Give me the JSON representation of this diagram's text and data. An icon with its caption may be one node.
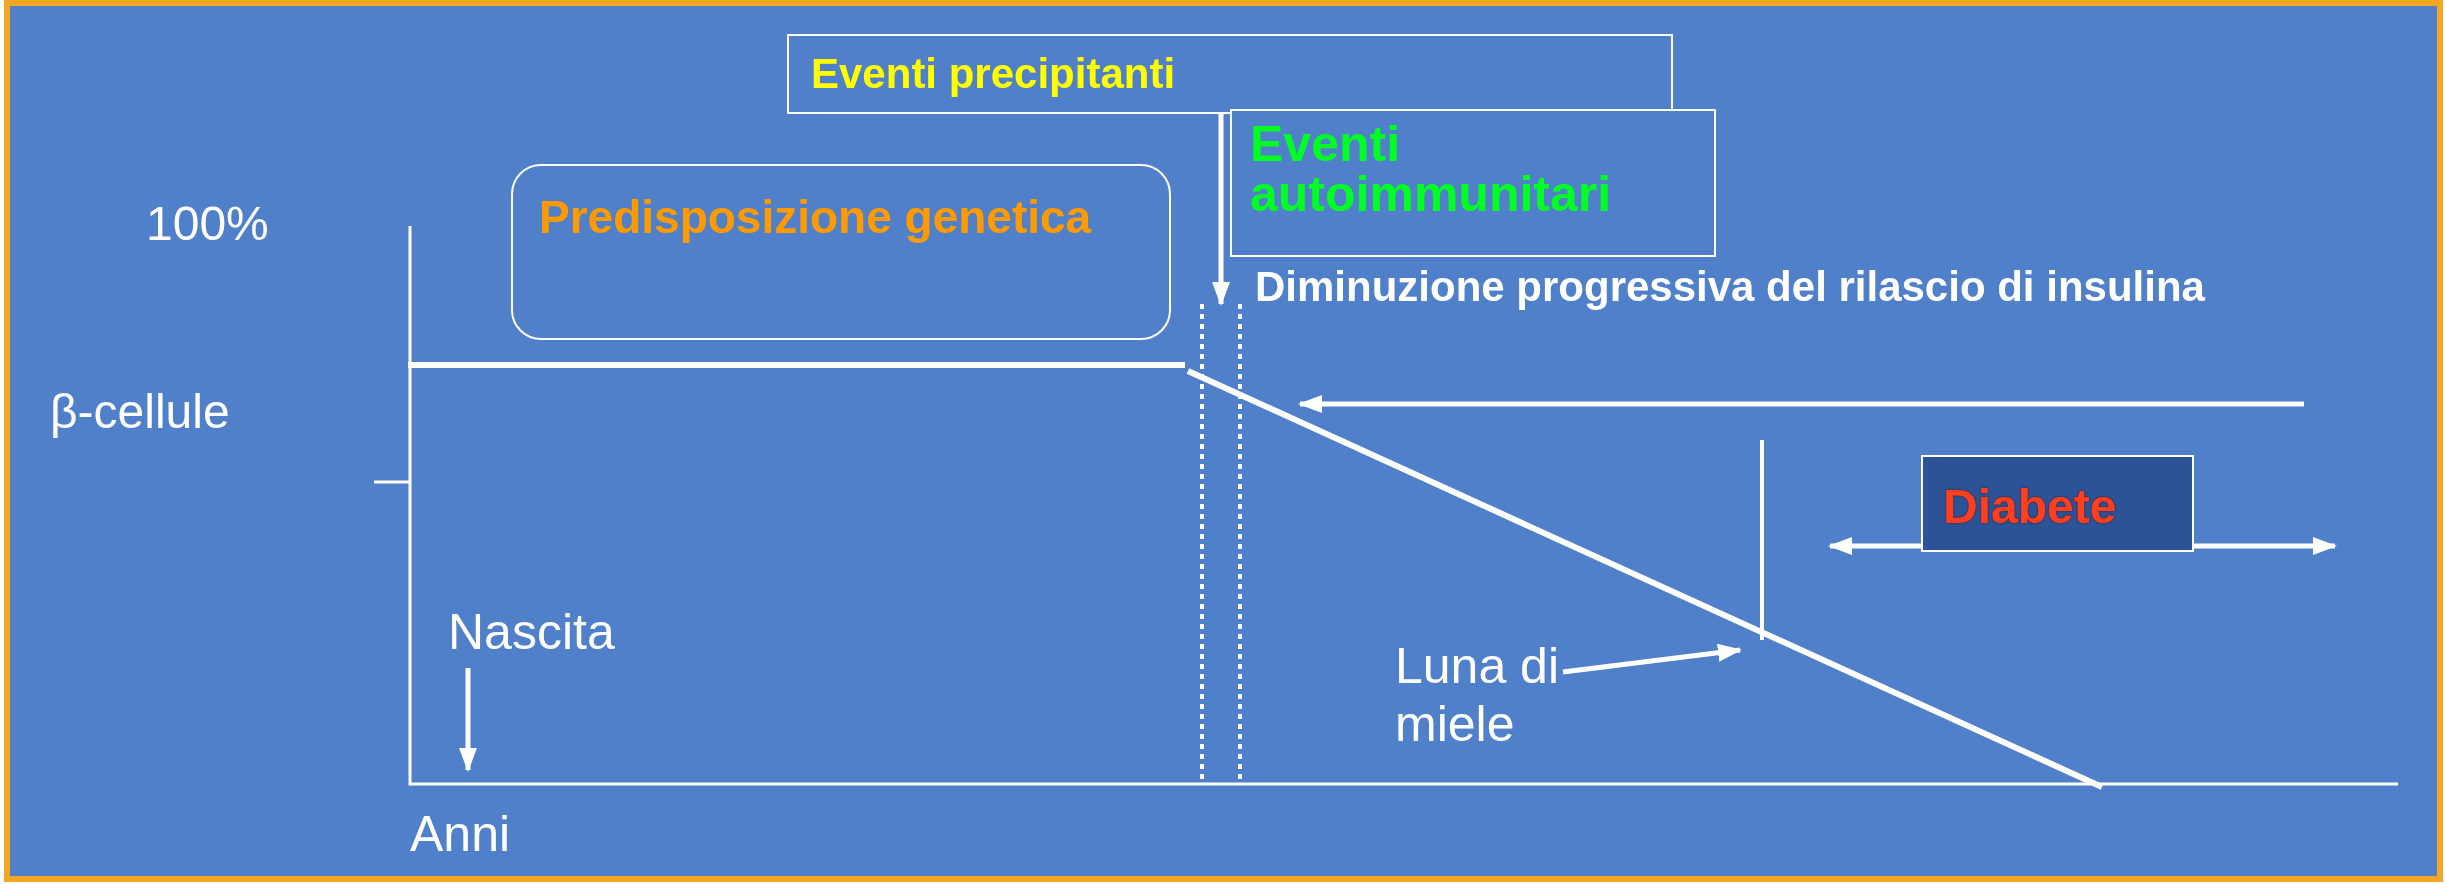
{
  "diagram": {
    "nodes": [
      {
        "text": [
          "Eventi precipitanti"
        ]
      },
      {
        "text": [
          "Eventi autoimmunitari"
        ]
      },
      {
        "text": [
          "Predisposizione genetica"
        ]
      },
      {
        "text": [
          "Diabete"
        ]
      },
      {
        "text": [
          "Nascita"
        ]
      },
      {
        "text": [
          "Luna di miele"
        ]
      },
      {
        "text": [],
        "shape": "line"
      }
    ],
    "edges": [
      {
        "from": 0,
        "to": 6,
        "arrow": "to"
      },
      {
        "from": 4,
        "to": null,
        "arrow": "to"
      },
      {
        "from": 5,
        "to": null,
        "arrow": "to"
      }
    ],
    "labels": [
      "100%",
      "β-cellule",
      "Diminuzione progressiva del rilascio di insulina",
      "Anni"
    ]
  }
}
